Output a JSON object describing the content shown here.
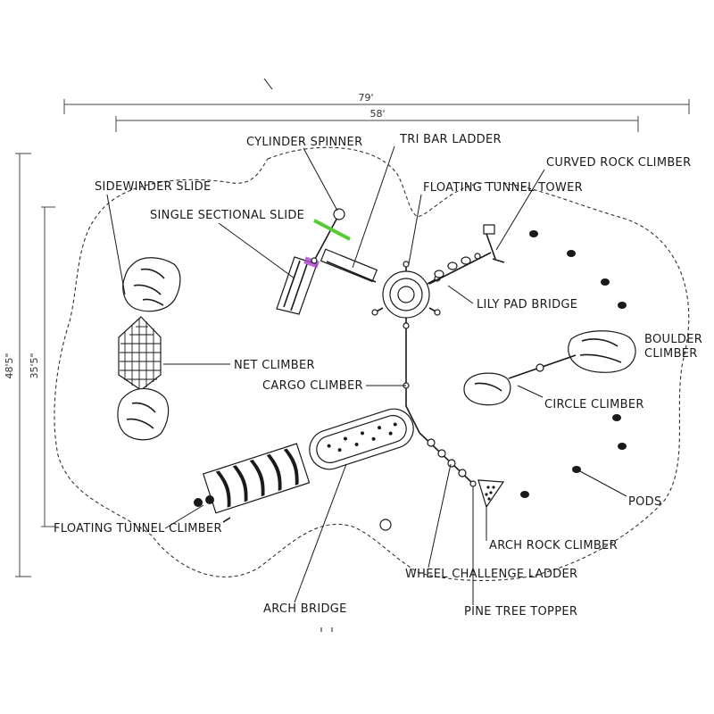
{
  "dimensions": {
    "width_outer": "79'",
    "width_inner": "58'",
    "height_outer": "48'5\"",
    "height_inner": "35'5\""
  },
  "components": {
    "cylinder_spinner": "CYLINDER SPINNER",
    "tri_bar_ladder": "TRI BAR LADDER",
    "curved_rock_climber": "CURVED ROCK CLIMBER",
    "sidewinder_slide": "SIDEWINDER SLIDE",
    "floating_tunnel_tower": "FLOATING TUNNEL TOWER",
    "single_sectional_slide": "SINGLE SECTIONAL SLIDE",
    "lily_pad_bridge": "LILY PAD BRIDGE",
    "boulder_climber": "BOULDER CLIMBER",
    "net_climber": "NET CLIMBER",
    "cargo_climber": "CARGO CLIMBER",
    "circle_climber": "CIRCLE CLIMBER",
    "pods": "PODS",
    "floating_tunnel_climber": "FLOATING TUNNEL CLIMBER",
    "arch_rock_climber": "ARCH ROCK CLIMBER",
    "wheel_challenge_ladder": "WHEEL CHALLENGE LADDER",
    "arch_bridge": "ARCH BRIDGE",
    "pine_tree_topper": "PINE TREE TOPPER"
  },
  "colors": {
    "spinner_accent": "#55cc33",
    "slide_accent": "#aa44cc"
  }
}
